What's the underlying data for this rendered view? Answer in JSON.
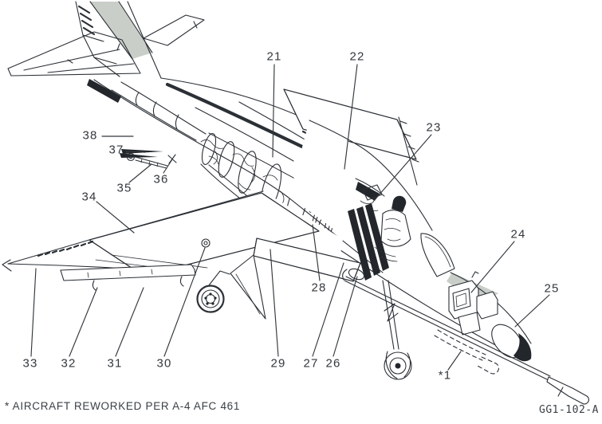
{
  "figure": {
    "footnote": "* AIRCRAFT REWORKED PER A-4 AFC 461",
    "figure_number": "GG1-102-A"
  },
  "colors": {
    "line": "#2b3036",
    "shade_gray": "#c9cec9",
    "background": "#ffffff"
  },
  "callouts": [
    {
      "label": "21"
    },
    {
      "label": "22"
    },
    {
      "label": "23"
    },
    {
      "label": "24"
    },
    {
      "label": "25"
    },
    {
      "label": "26"
    },
    {
      "label": "27"
    },
    {
      "label": "28"
    },
    {
      "label": "29"
    },
    {
      "label": "30"
    },
    {
      "label": "31"
    },
    {
      "label": "32"
    },
    {
      "label": "33"
    },
    {
      "label": "34"
    },
    {
      "label": "35"
    },
    {
      "label": "36"
    },
    {
      "label": "37"
    },
    {
      "label": "38"
    },
    {
      "label": "*1"
    }
  ]
}
